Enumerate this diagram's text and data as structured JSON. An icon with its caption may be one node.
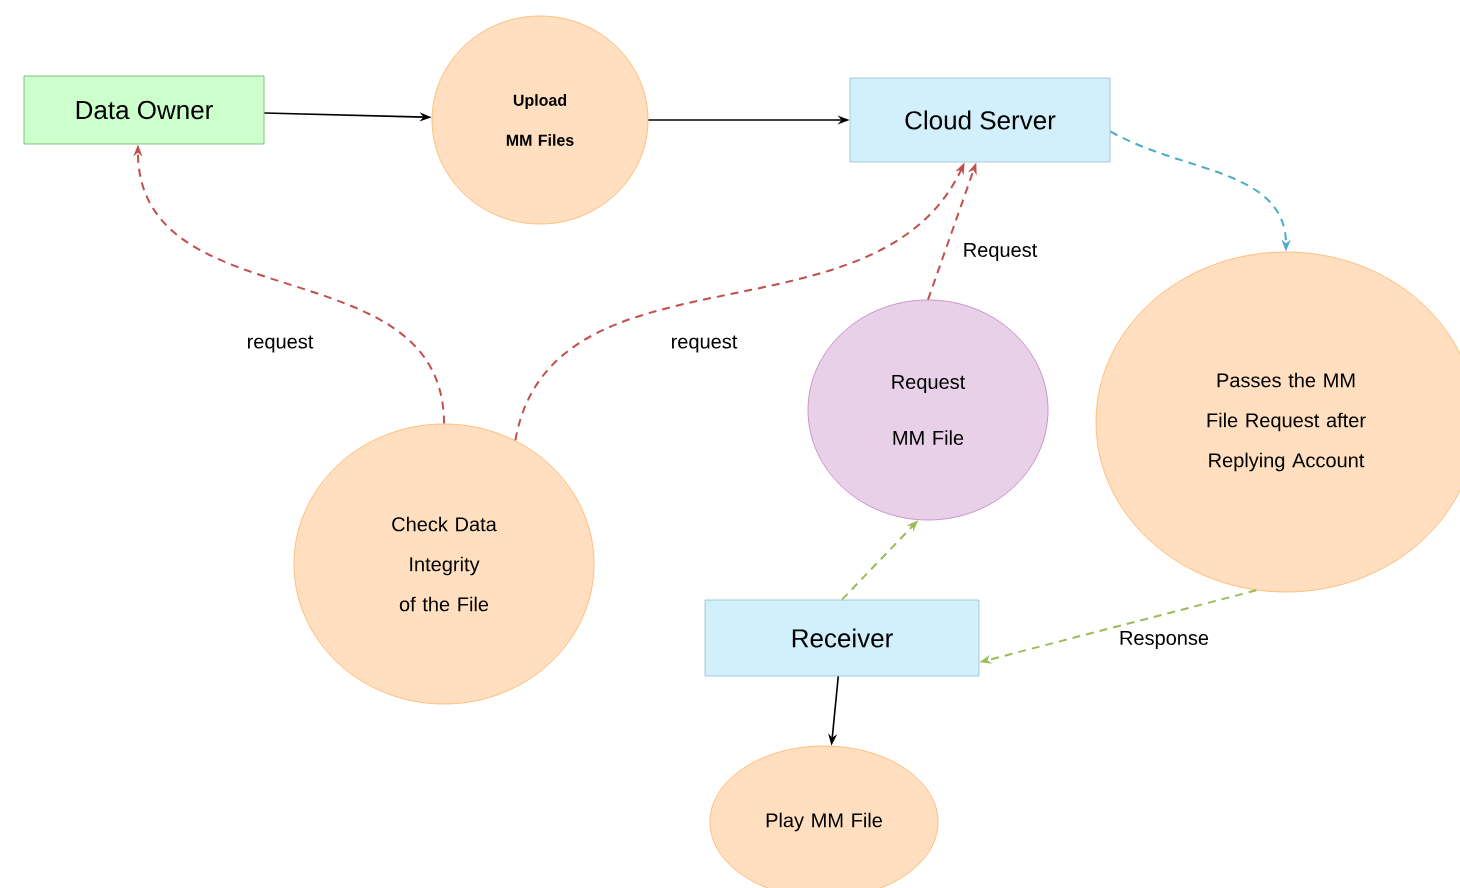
{
  "diagram": {
    "nodes": [
      {
        "text": [
          "Data Owner"
        ]
      },
      {
        "text": [
          "Upload MM Files"
        ]
      },
      {
        "text": [
          "Cloud Server"
        ]
      },
      {
        "text": [
          "Check Data Integrity of the File"
        ]
      },
      {
        "text": [
          "Request MM File"
        ]
      },
      {
        "text": [
          "Passes the MM File Request after Replying Account"
        ]
      },
      {
        "text": [
          "Receiver"
        ]
      },
      {
        "text": [
          "Play MM File"
        ]
      }
    ],
    "edges": [
      {
        "from": 0,
        "to": 1,
        "arrow": "to"
      },
      {
        "from": 1,
        "to": 2,
        "arrow": "to"
      },
      {
        "from": 3,
        "to": 0,
        "arrow": "to",
        "label": "request",
        "style": "dashed",
        "color": "#c0504d"
      },
      {
        "from": 3,
        "to": 2,
        "arrow": "to",
        "label": "request",
        "style": "dashed",
        "color": "#c0504d"
      },
      {
        "from": 4,
        "to": 2,
        "arrow": "to",
        "label": "Request",
        "style": "dashed",
        "color": "#c0504d"
      },
      {
        "from": 2,
        "to": 5,
        "arrow": "to",
        "style": "dashed",
        "color": "#4bacc6"
      },
      {
        "from": 5,
        "to": 6,
        "arrow": "to",
        "label": "Response",
        "style": "dashed",
        "color": "#9bbb59"
      },
      {
        "from": 6,
        "to": 4,
        "arrow": "to",
        "style": "dashed",
        "color": "#9bbb59"
      },
      {
        "from": 6,
        "to": 7,
        "arrow": "to"
      }
    ]
  }
}
